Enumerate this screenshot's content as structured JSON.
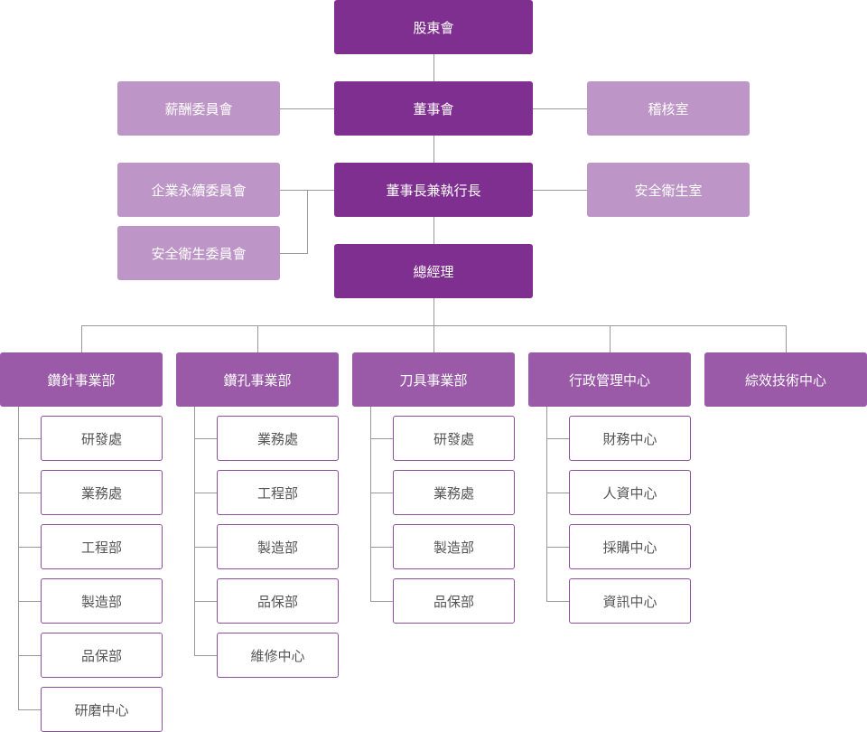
{
  "top": {
    "shareholders": "股東會",
    "board": "董事會",
    "chairman_ceo": "董事長兼執行長",
    "general_manager": "總經理"
  },
  "committees": {
    "compensation": "薪酬委員會",
    "audit": "稽核室",
    "sustainability": "企業永續委員會",
    "safety_office": "安全衛生室",
    "safety_committee": "安全衛生委員會"
  },
  "divisions": [
    {
      "name": "鑽針事業部",
      "units": [
        "研發處",
        "業務處",
        "工程部",
        "製造部",
        "品保部",
        "研磨中心"
      ]
    },
    {
      "name": "鑽孔事業部",
      "units": [
        "業務處",
        "工程部",
        "製造部",
        "品保部",
        "維修中心"
      ]
    },
    {
      "name": "刀具事業部",
      "units": [
        "研發處",
        "業務處",
        "製造部",
        "品保部"
      ]
    },
    {
      "name": "行政管理中心",
      "units": [
        "財務中心",
        "人資中心",
        "採購中心",
        "資訊中心"
      ]
    },
    {
      "name": "綜效技術中心",
      "units": []
    }
  ],
  "colors": {
    "primary": "#7f2f8f",
    "secondary": "#bd95c6",
    "division_alt": "#9a5aa8",
    "border": "#8d4f9b",
    "connector": "#9a9a9a"
  }
}
